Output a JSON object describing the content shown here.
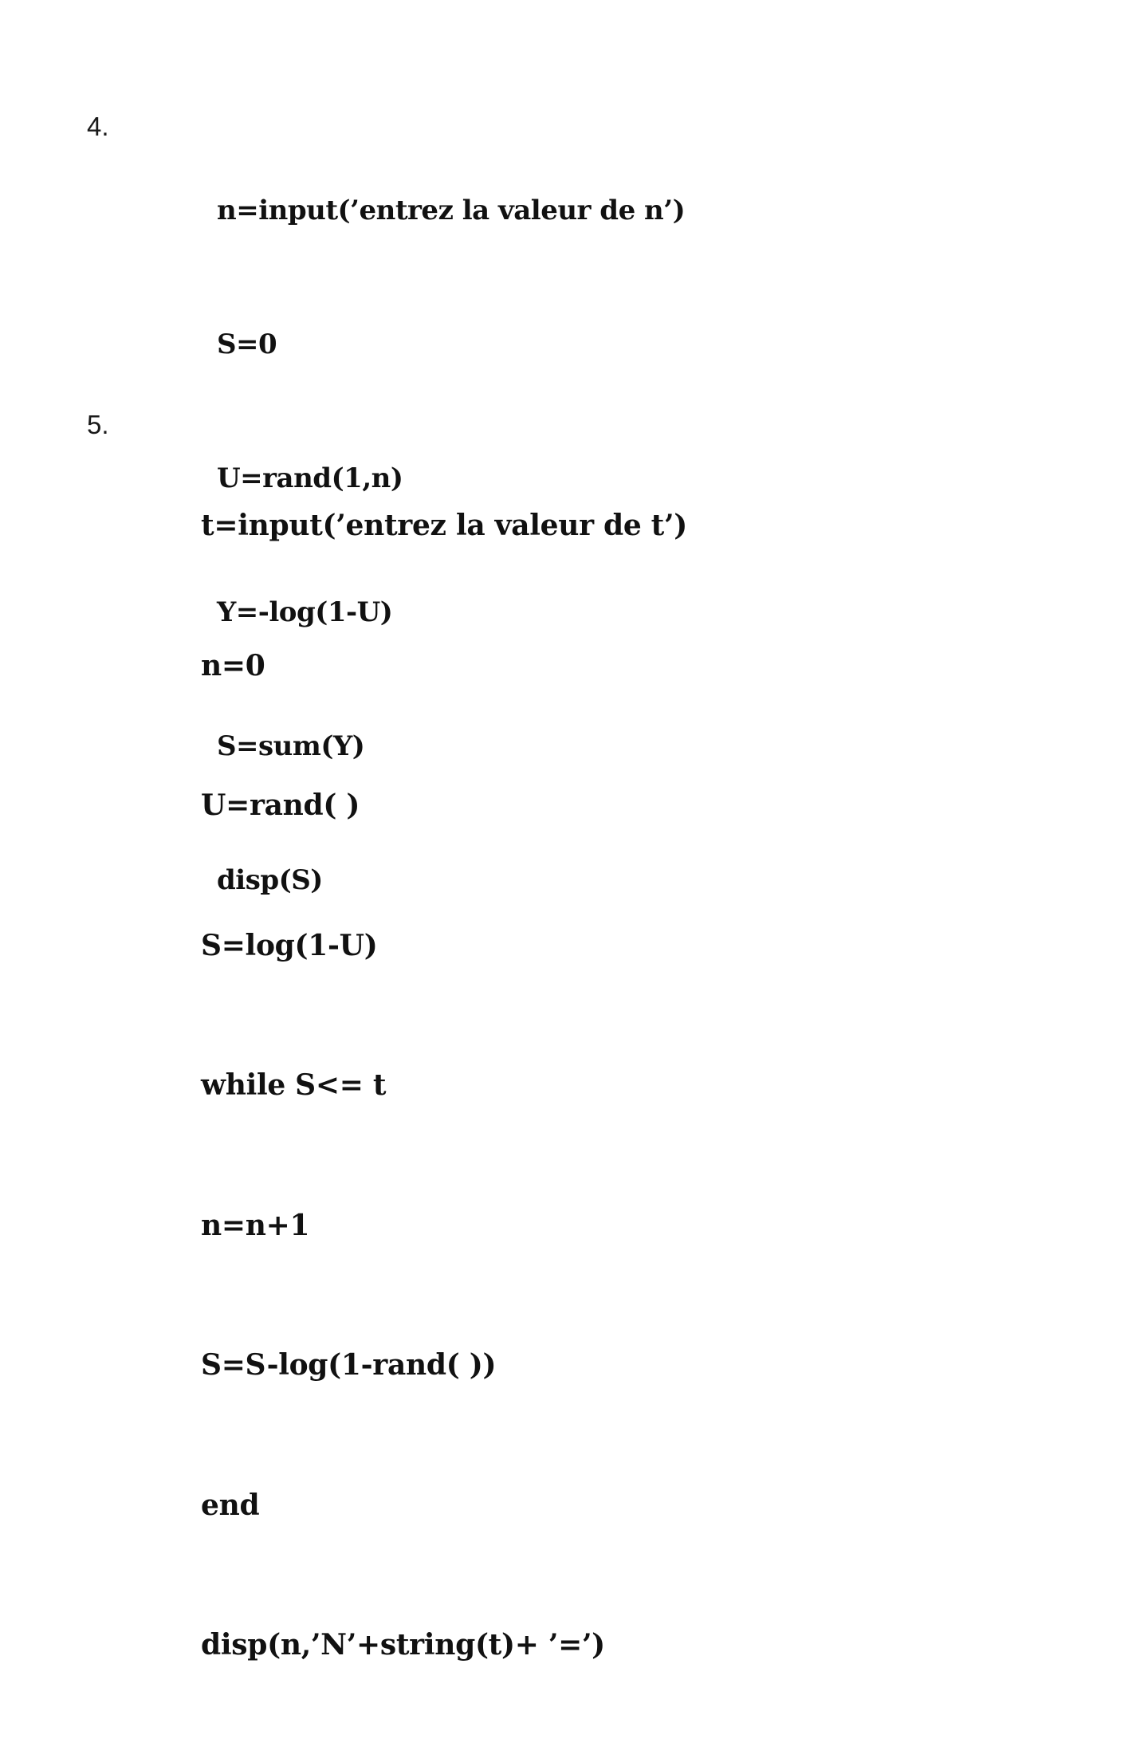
{
  "exercises": [
    {
      "number": "4.",
      "lines": [
        "n=input(’entrez la valeur de n’)",
        "S=0",
        "U=rand(1,n)",
        "Y=-log(1-U)",
        "S=sum(Y)",
        "disp(S)"
      ]
    },
    {
      "number": "5.",
      "lines": [
        "t=input(’entrez la valeur de t’)",
        "n=0",
        "U=rand( )",
        "S=log(1-U)",
        "while S<= t",
        "n=n+1",
        "S=S-log(1-rand( ))",
        "end",
        "disp(n,’N’+string(t)+ ’=’)"
      ]
    }
  ]
}
